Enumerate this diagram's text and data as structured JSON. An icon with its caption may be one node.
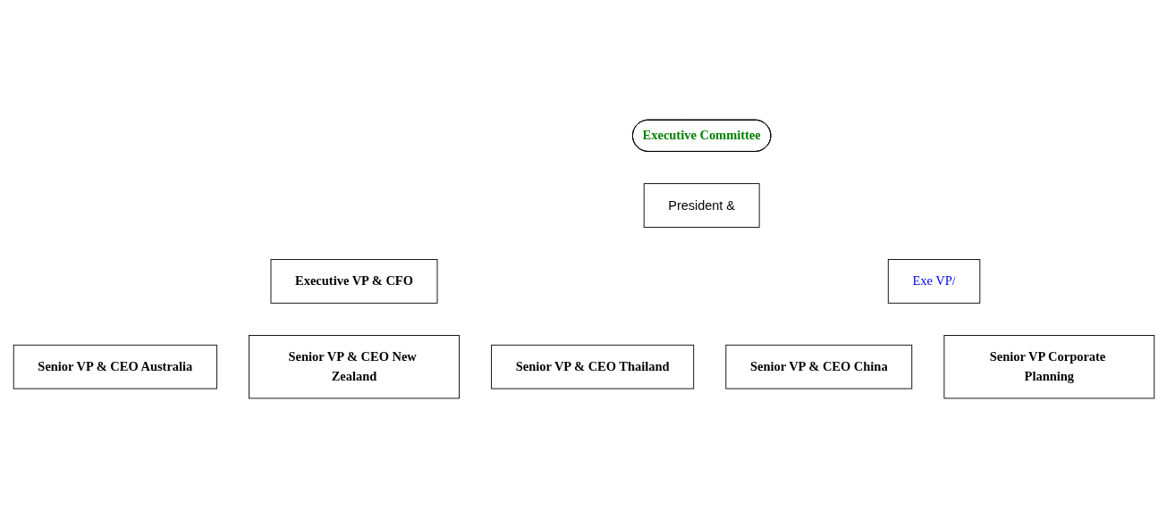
{
  "diagram": {
    "nodes": [
      {
        "text": [
          "Executive Committee"
        ]
      },
      {
        "text": [
          "President &"
        ]
      },
      {
        "text": [
          "Executive VP & CFO"
        ]
      },
      {
        "text": [
          "Exe VP/"
        ]
      },
      {
        "text": [
          "Senior VP & CEO Australia"
        ]
      },
      {
        "text": [
          "Senior VP & CEO New Zealand"
        ]
      },
      {
        "text": [
          "Senior VP & CEO Thailand"
        ]
      },
      {
        "text": [
          "Senior VP & CEO China"
        ]
      },
      {
        "text": [
          "Senior VP Corporate Planning"
        ]
      }
    ]
  }
}
